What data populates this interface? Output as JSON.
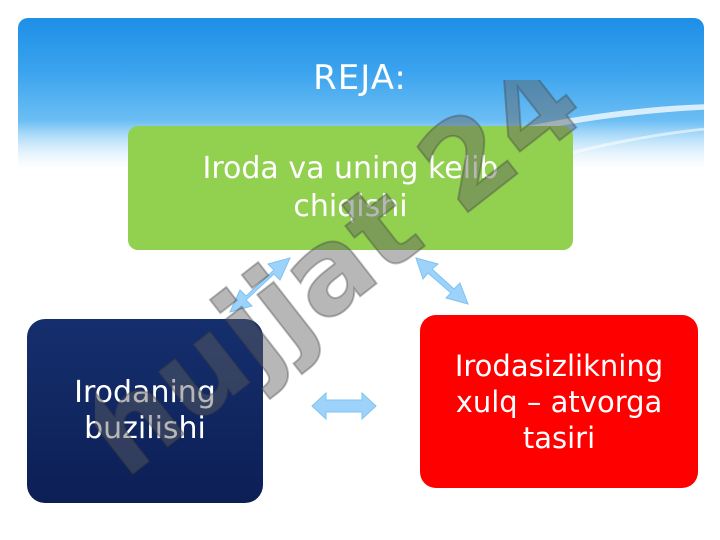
{
  "slide": {
    "title": "REJA:",
    "watermark": "hujjat 24",
    "boxes": {
      "top": "Iroda va uning  kelib chiqishi",
      "left": "Irodaning buzilishi",
      "right": "Irodasizlikning xulq – atvorga tasiri"
    },
    "colors": {
      "top": "#92d050",
      "left": "#0c1f55",
      "right": "#ff0000",
      "arrows": "#9dd3fb"
    }
  }
}
